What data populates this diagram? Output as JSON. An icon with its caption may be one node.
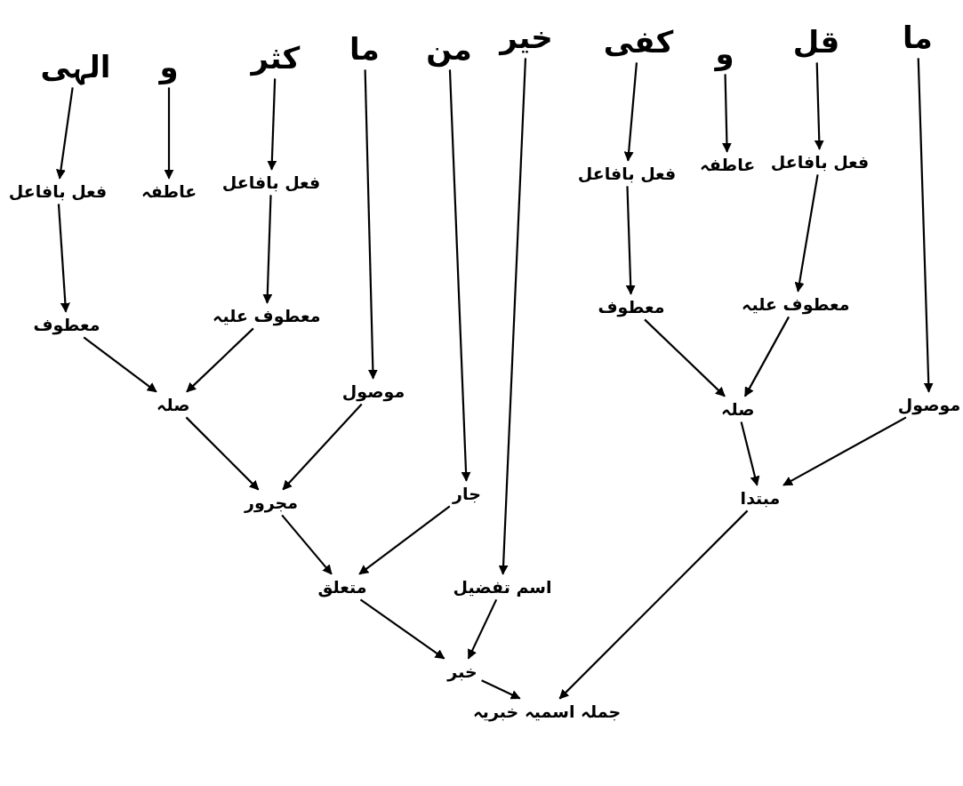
{
  "diagram": {
    "nodes": [
      {
        "text": [
          "ما"
        ]
      },
      {
        "text": [
          "قل"
        ]
      },
      {
        "text": [
          "و"
        ]
      },
      {
        "text": [
          "کفی"
        ]
      },
      {
        "text": [
          "خیر"
        ]
      },
      {
        "text": [
          "من"
        ]
      },
      {
        "text": [
          "ما"
        ]
      },
      {
        "text": [
          "کثر"
        ]
      },
      {
        "text": [
          "و"
        ]
      },
      {
        "text": [
          "الہی"
        ]
      },
      {
        "text": [
          "فعل بافاعل"
        ]
      },
      {
        "text": [
          "عاطفہ"
        ]
      },
      {
        "text": [
          "فعل بافاعل"
        ]
      },
      {
        "text": [
          "فعل بافاعل"
        ]
      },
      {
        "text": [
          "عاطفہ"
        ]
      },
      {
        "text": [
          "فعل بافاعل"
        ]
      },
      {
        "text": [
          "معطوف علیہ"
        ]
      },
      {
        "text": [
          "معطوف"
        ]
      },
      {
        "text": [
          "معطوف علیہ"
        ]
      },
      {
        "text": [
          "معطوف"
        ]
      },
      {
        "text": [
          "موصول"
        ]
      },
      {
        "text": [
          "صلہ"
        ]
      },
      {
        "text": [
          "موصول"
        ]
      },
      {
        "text": [
          "صلہ"
        ]
      },
      {
        "text": [
          "مبتدا"
        ]
      },
      {
        "text": [
          "جار"
        ]
      },
      {
        "text": [
          "مجرور"
        ]
      },
      {
        "text": [
          "اسم تفضیل"
        ]
      },
      {
        "text": [
          "متعلق"
        ]
      },
      {
        "text": [
          "خبر"
        ]
      },
      {
        "text": [
          "جملہ اسمیہ خبریہ"
        ]
      }
    ],
    "edges": [
      {
        "from": 0,
        "to": 20,
        "arrow": "to"
      },
      {
        "from": 1,
        "to": 10,
        "arrow": "to"
      },
      {
        "from": 2,
        "to": 11,
        "arrow": "to"
      },
      {
        "from": 3,
        "to": 12,
        "arrow": "to"
      },
      {
        "from": 4,
        "to": 27,
        "arrow": "to"
      },
      {
        "from": 5,
        "to": 25,
        "arrow": "to"
      },
      {
        "from": 6,
        "to": 22,
        "arrow": "to"
      },
      {
        "from": 7,
        "to": 13,
        "arrow": "to"
      },
      {
        "from": 8,
        "to": 14,
        "arrow": "to"
      },
      {
        "from": 9,
        "to": 15,
        "arrow": "to"
      },
      {
        "from": 10,
        "to": 16,
        "arrow": "to"
      },
      {
        "from": 12,
        "to": 17,
        "arrow": "to"
      },
      {
        "from": 13,
        "to": 18,
        "arrow": "to"
      },
      {
        "from": 15,
        "to": 19,
        "arrow": "to"
      },
      {
        "from": 16,
        "to": 21,
        "arrow": "to"
      },
      {
        "from": 17,
        "to": 21,
        "arrow": "to"
      },
      {
        "from": 18,
        "to": 23,
        "arrow": "to"
      },
      {
        "from": 19,
        "to": 23,
        "arrow": "to"
      },
      {
        "from": 20,
        "to": 24,
        "arrow": "to"
      },
      {
        "from": 21,
        "to": 24,
        "arrow": "to"
      },
      {
        "from": 22,
        "to": 26,
        "arrow": "to"
      },
      {
        "from": 23,
        "to": 26,
        "arrow": "to"
      },
      {
        "from": 25,
        "to": 28,
        "arrow": "to"
      },
      {
        "from": 26,
        "to": 28,
        "arrow": "to"
      },
      {
        "from": 28,
        "to": 29,
        "arrow": "to"
      },
      {
        "from": 27,
        "to": 29,
        "arrow": "to"
      },
      {
        "from": 24,
        "to": 30,
        "arrow": "to"
      },
      {
        "from": 29,
        "to": 30,
        "arrow": "to"
      }
    ]
  }
}
